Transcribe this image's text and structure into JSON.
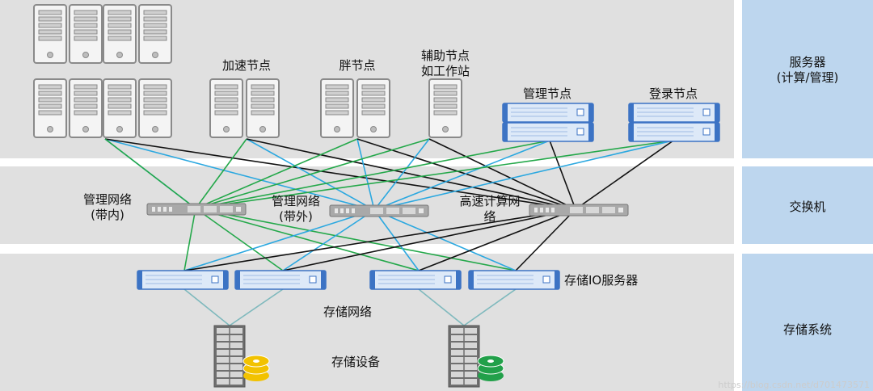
{
  "colors": {
    "band": "#e0e0e0",
    "side_panel": "#bdd6ee",
    "line_black": "#111111",
    "line_blue": "#2ba8e0",
    "line_green": "#24a84a",
    "storage_link": "#7fb9bd",
    "disk_yellow": "#f2c200",
    "disk_green": "#22a04a",
    "server_blue": "#3c73c4"
  },
  "side_labels": {
    "server": "服务器\n(计算/管理)",
    "switch": "交换机",
    "storage": "存储系统"
  },
  "node_labels": {
    "accelerate": "加速节点",
    "fat": "胖节点",
    "aux": "辅助节点\n如工作站",
    "manage": "管理节点",
    "login": "登录节点"
  },
  "switch_labels": {
    "mgmt_inband": "管理网络\n(带内)",
    "mgmt_outband": "管理网络\n(带外)",
    "hpc": "高速计算网\n络"
  },
  "storage_labels": {
    "io_server": "存储IO服务器",
    "network": "存储网络",
    "device": "存储设备"
  },
  "watermark": "https://blog.csdn.net/d701473571"
}
